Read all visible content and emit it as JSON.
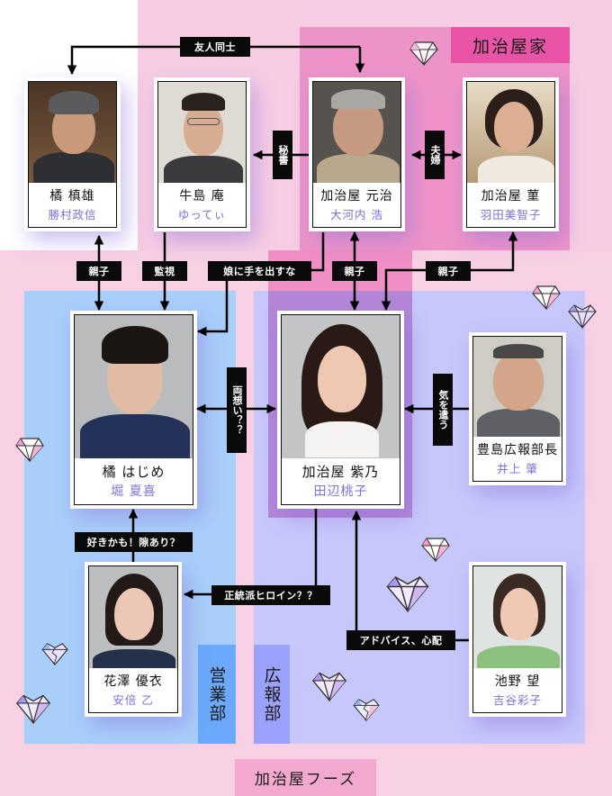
{
  "groups": {
    "family_label": "加治屋家",
    "company_label": "加治屋フーズ",
    "sales_dept_label": "営業部",
    "pr_dept_label": "広報部"
  },
  "characters": {
    "makio": {
      "role": "橘 槙雄",
      "actor": "勝村政信"
    },
    "ushijima": {
      "role": "牛島 庵",
      "actor": "ゆってぃ"
    },
    "motoharu": {
      "role": "加治屋 元治",
      "actor": "大河内 浩"
    },
    "sumire": {
      "role": "加治屋 菫",
      "actor": "羽田美智子"
    },
    "hajime": {
      "role": "橘 はじめ",
      "actor": "堀 夏喜"
    },
    "shino": {
      "role": "加治屋 紫乃",
      "actor": "田辺桃子"
    },
    "toyoshima": {
      "role": "豊島広報部長",
      "actor": "井上 肇"
    },
    "yui": {
      "role": "花澤 優衣",
      "actor": "安倍 乙"
    },
    "nozomi": {
      "role": "池野 望",
      "actor": "吉谷彩子"
    }
  },
  "relations": {
    "friends": "友人同士",
    "secretary": "秘書",
    "married": "夫婦",
    "parent_child_1": "親子",
    "watch": "監視",
    "hands_off": "娘に手を出すな",
    "parent_child_2": "親子",
    "parent_child_3": "親子",
    "mutual_love": "両想い？？",
    "considerate": "気を遣う",
    "maybe_like": "好きかも！隙あり？",
    "orthodox_heroine": "正統派ヒロイン？？",
    "advice": "アドバイス、心配"
  },
  "colors": {
    "background": "#f8d0e4",
    "family_region": "#ee93c8",
    "family_label_bg": "#e955a6",
    "sales_region": "#a8cffa",
    "pr_region": "#c6c8fb",
    "shino_highlight": "#b386d6",
    "actor_text": "#7b6fe0"
  }
}
